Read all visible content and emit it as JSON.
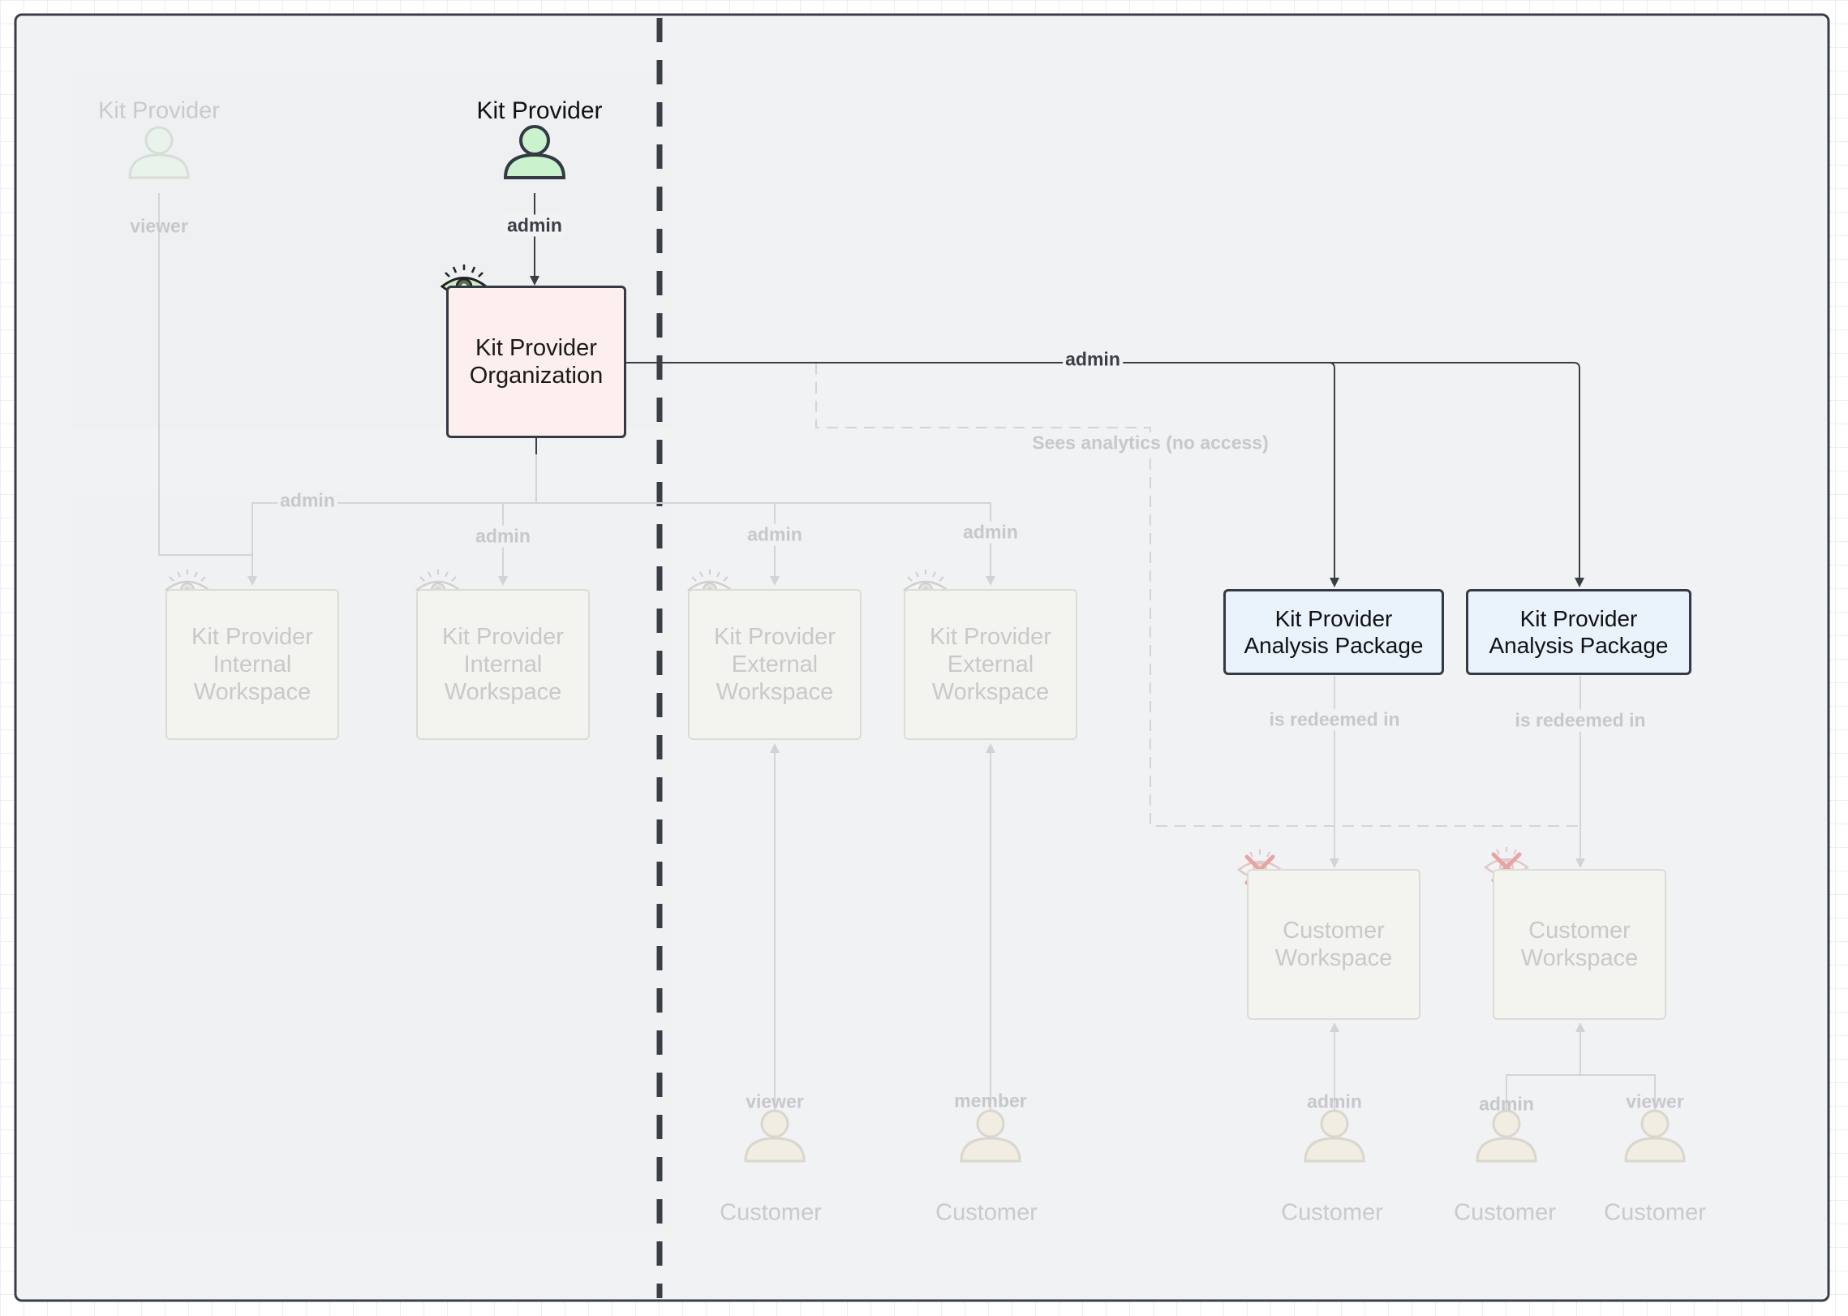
{
  "colors": {
    "canvas": "#f1f2f4",
    "border": "#3a3f47",
    "active_edge": "#3a3f47",
    "faded_edge": "#d4d5d8",
    "org_fill": "#fcefee",
    "package_fill": "#eaf2fc",
    "workspace_fill": "#f3f3ef",
    "active_person_fill": "#c9f2cd",
    "faded_person_fill": "#e9f3ea",
    "customer_fill": "#f1ece0",
    "no_access_icon": "#e8a0a0"
  },
  "provider_active": {
    "name": "Kit Provider",
    "role": "admin",
    "icon": "person-icon"
  },
  "provider_faded": {
    "name": "Kit Provider",
    "role": "viewer",
    "icon": "person-icon"
  },
  "org": {
    "label": "Kit Provider\nOrganization",
    "icon": "eye-icon"
  },
  "edge_labels": {
    "org_to_packages": "admin",
    "sees_analytics": "Sees analytics (no access)",
    "internal_1": "admin",
    "internal_2": "admin",
    "external_1": "admin",
    "external_2": "admin",
    "redeemed_1": "is redeemed in",
    "redeemed_2": "is redeemed in"
  },
  "workspaces": {
    "internal_1": "Kit Provider\nInternal\nWorkspace",
    "internal_2": "Kit Provider\nInternal\nWorkspace",
    "external_1": "Kit Provider\nExternal\nWorkspace",
    "external_2": "Kit Provider\nExternal\nWorkspace",
    "customer_1": "Customer\nWorkspace",
    "customer_2": "Customer\nWorkspace"
  },
  "packages": {
    "package_1": "Kit Provider\nAnalysis Package",
    "package_2": "Kit Provider\nAnalysis Package"
  },
  "customers": [
    {
      "name": "Customer",
      "role": "viewer",
      "icon": "person-icon"
    },
    {
      "name": "Customer",
      "role": "member",
      "icon": "person-icon"
    },
    {
      "name": "Customer",
      "role": "admin",
      "icon": "person-icon"
    },
    {
      "name": "Customer",
      "role": "admin",
      "icon": "person-icon"
    },
    {
      "name": "Customer",
      "role": "viewer",
      "icon": "person-icon"
    }
  ],
  "icons": {
    "eye": "eye-icon",
    "no_access": "eye-crossed-icon",
    "person": "person-icon"
  }
}
